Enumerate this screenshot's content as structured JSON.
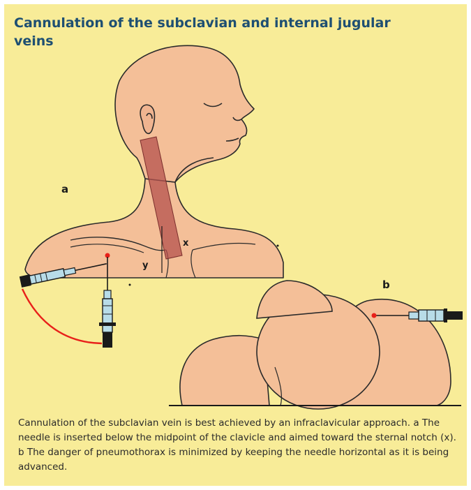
{
  "title": "Cannulation of the subclavian and internal jugular veins",
  "labels": {
    "panel_a": "a",
    "panel_b": "b",
    "point_x": "x",
    "point_y": "y"
  },
  "caption": "Cannulation of the subclavian vein is best achieved by an infraclavicular approach. a The needle is inserted below the midpoint of the clavicle and aimed toward the sternal notch (x). b The danger of pneumothorax is minimized by keeping the needle horizontal as it is being advanced.",
  "colors": {
    "background": "#f8ec98",
    "skin": "#f4bf98",
    "muscle_band": "#b6524e",
    "arc": "#e8201a",
    "title": "#1e4f72",
    "syringe": "#b8dce8"
  }
}
